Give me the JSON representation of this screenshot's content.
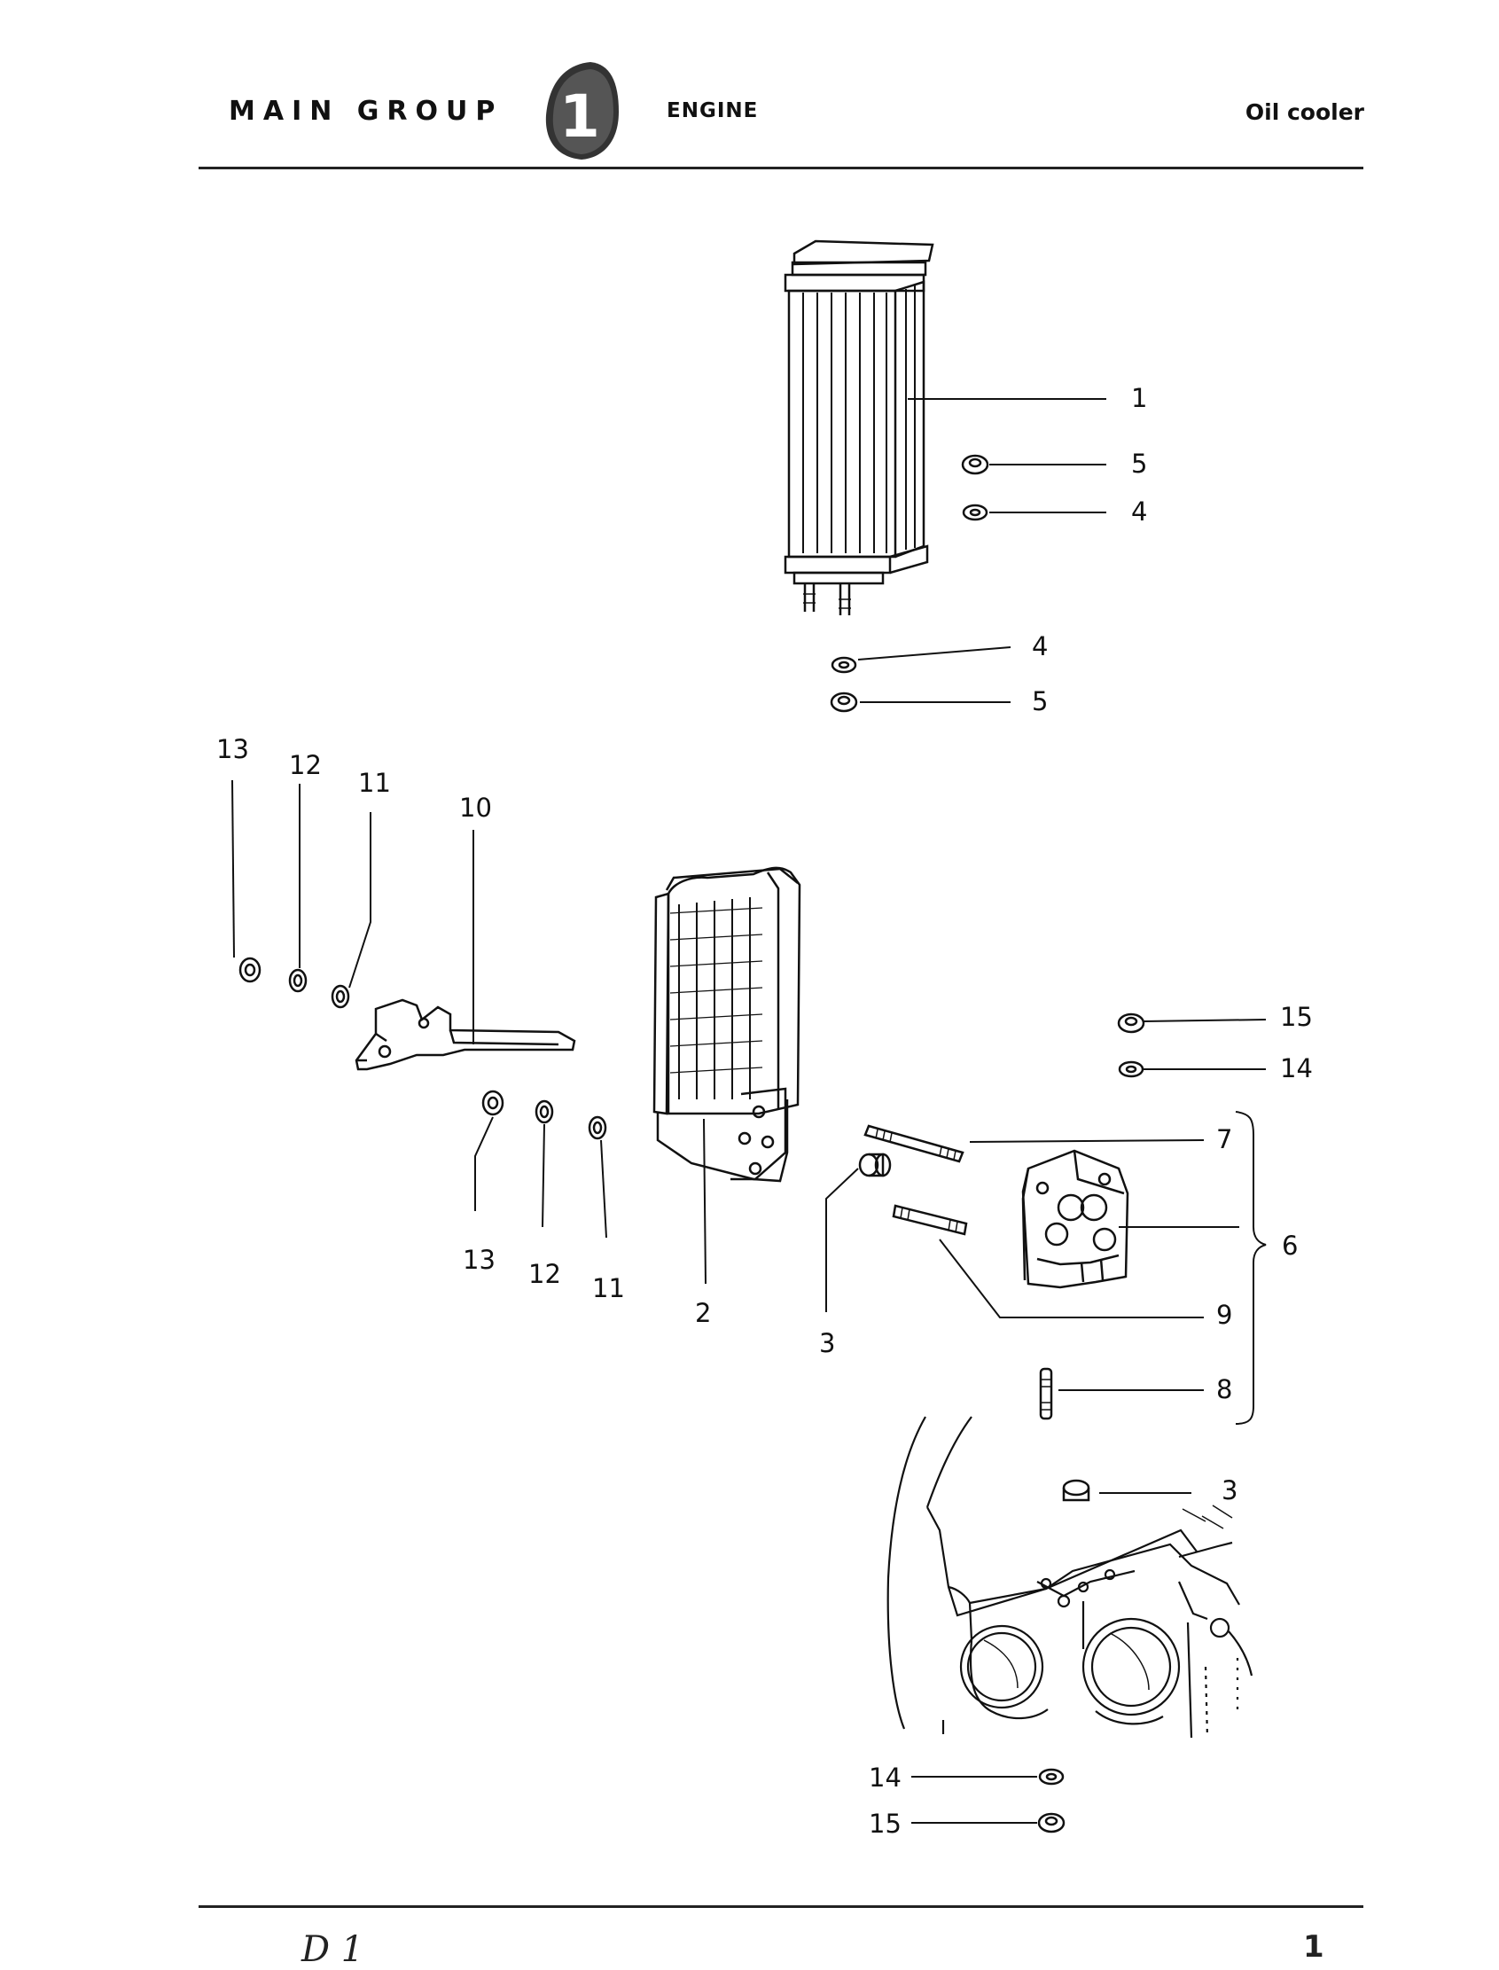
{
  "header": {
    "main_group": "MAIN GROUP",
    "group_number": "1",
    "group_name": "ENGINE",
    "section_title": "Oil cooler"
  },
  "callouts": {
    "n1": "1",
    "n2": "2",
    "n3a": "3",
    "n3b": "3",
    "n4a": "4",
    "n4b": "4",
    "n5a": "5",
    "n5b": "5",
    "n6": "6",
    "n7": "7",
    "n8": "8",
    "n9": "9",
    "n10": "10",
    "n11a": "11",
    "n11b": "11",
    "n12a": "12",
    "n12b": "12",
    "n13a": "13",
    "n13b": "13",
    "n14a": "14",
    "n14b": "14",
    "n15a": "15",
    "n15b": "15"
  },
  "footer": {
    "mark": "D 1",
    "page": "1"
  },
  "colors": {
    "ink": "#111111",
    "paper": "#ffffff"
  }
}
